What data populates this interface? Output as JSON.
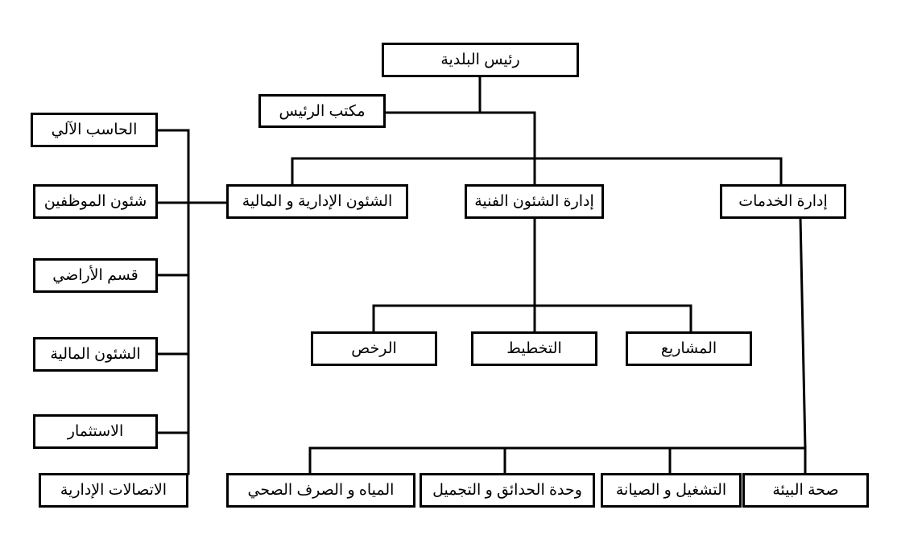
{
  "diagram": {
    "mayor": "رئيس البلدية",
    "mayor_office": "مكتب الرئيس",
    "departments": {
      "services": "إدارة الخدمات",
      "technical": "إدارة الشئون الفنية",
      "admin_finance": "الشئون الإدارية و المالية"
    },
    "technical_units": {
      "projects": "المشاريع",
      "planning": "التخطيط",
      "licenses": "الرخص"
    },
    "service_units": {
      "environment_health": "صحة البيئة",
      "operation_maintenance": "التشغيل و الصيانة",
      "gardens_beautification": "وحدة الحدائق و التجميل",
      "water_sewage": "المياه و الصرف الصحي"
    },
    "admin_units": {
      "computer": "الحاسب الآلي",
      "personnel": "شئون الموظفين",
      "lands": "قسم الأراضي",
      "financial_affairs": "الشئون المالية",
      "investment": "الاستثمار",
      "admin_communications": "الاتصالات الإدارية"
    }
  }
}
